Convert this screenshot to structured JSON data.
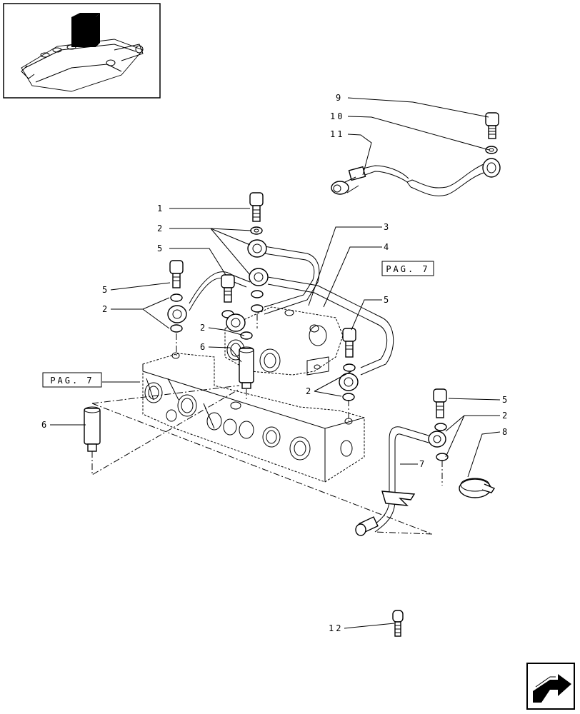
{
  "callouts": [
    {
      "id": "c9",
      "text": "9"
    },
    {
      "id": "c10",
      "text": "10"
    },
    {
      "id": "c11",
      "text": "11"
    },
    {
      "id": "c1",
      "text": "1"
    },
    {
      "id": "c2a",
      "text": "2"
    },
    {
      "id": "c5a",
      "text": "5"
    },
    {
      "id": "c3",
      "text": "3"
    },
    {
      "id": "c4",
      "text": "4"
    },
    {
      "id": "c5b",
      "text": "5"
    },
    {
      "id": "c2b",
      "text": "2"
    },
    {
      "id": "c5c",
      "text": "5"
    },
    {
      "id": "c2c",
      "text": "2"
    },
    {
      "id": "c6a",
      "text": "6"
    },
    {
      "id": "c2d",
      "text": "2"
    },
    {
      "id": "c6b",
      "text": "6"
    },
    {
      "id": "c5d",
      "text": "5"
    },
    {
      "id": "c2e",
      "text": "2"
    },
    {
      "id": "c8",
      "text": "8"
    },
    {
      "id": "c7",
      "text": "7"
    },
    {
      "id": "c12",
      "text": "12"
    }
  ],
  "page_refs": {
    "right": "PAG. 7",
    "left": "PAG. 7"
  },
  "icons": {
    "thumbnail": "hydraulic-lift-cover-thumbnail",
    "next": "next-page-arrow-icon"
  }
}
